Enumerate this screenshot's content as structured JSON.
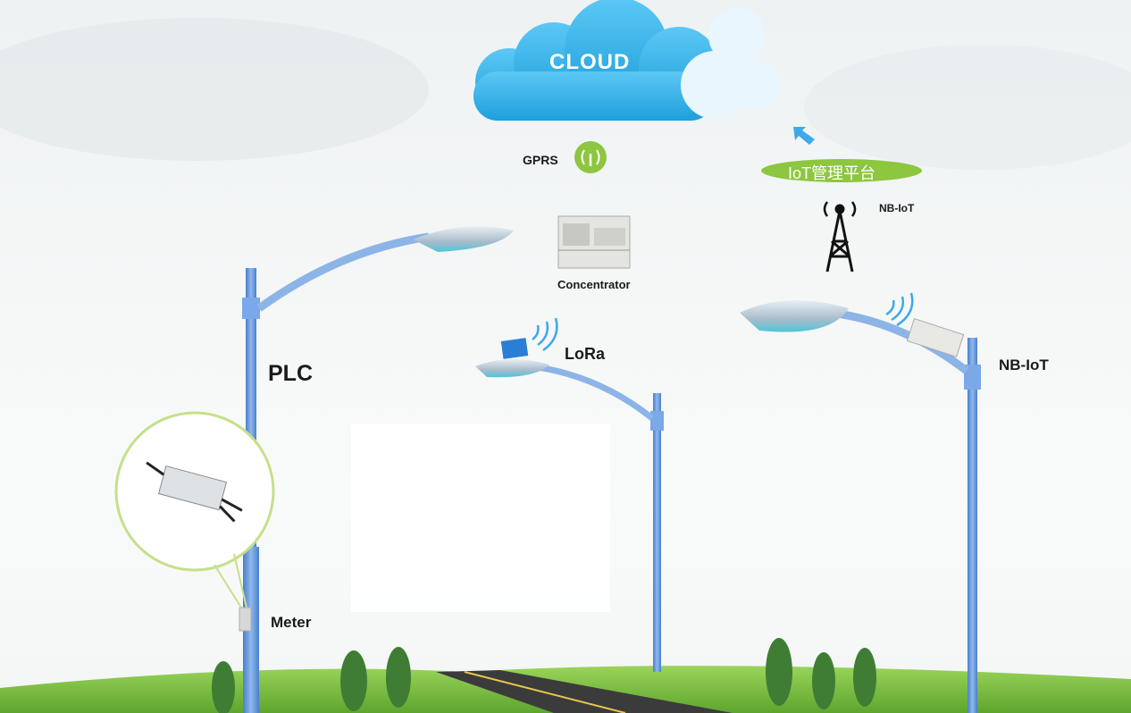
{
  "cloud": {
    "label": "CLOUD",
    "color": "#35b3ea"
  },
  "gprs": {
    "label": "GPRS",
    "icon": "wireless-signal-icon",
    "color": "#8dc63f"
  },
  "platform": {
    "label": "IoT管理平台",
    "color": "#8dc63f",
    "arrow_icon": "arrow-up-left-icon"
  },
  "tower": {
    "label": "NB-IoT",
    "icon": "cell-tower-icon"
  },
  "concentrator": {
    "label": "Concentrator"
  },
  "poles": [
    {
      "label": "PLC"
    },
    {
      "label": "LoRa"
    },
    {
      "label": "NB-IoT"
    }
  ],
  "meter": {
    "label": "Meter"
  },
  "colors": {
    "pole": "#5a8fd8",
    "grass": "#7cc242",
    "road": "#3b3b3b"
  }
}
